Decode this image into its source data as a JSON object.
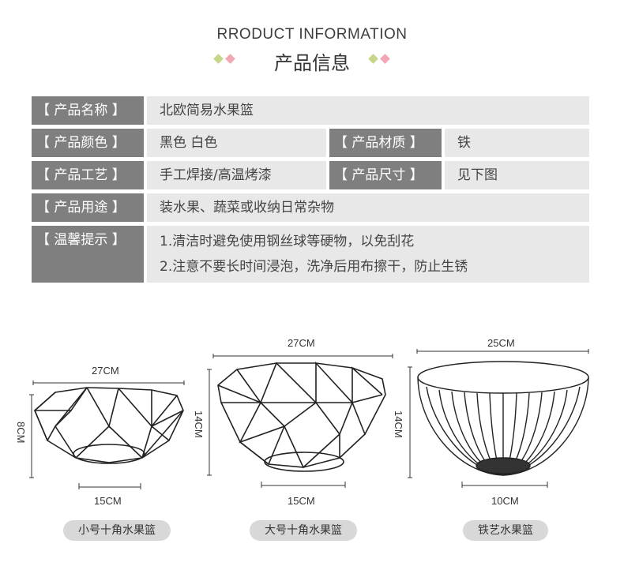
{
  "header": {
    "en_title": "RRODUCT INFORMATION",
    "cn_title": "产品信息"
  },
  "colors": {
    "diamond_green": "#c6d68a",
    "diamond_pink": "#f3a7b4",
    "label_bg": "#7f7f7f",
    "value_bg": "#e8e8e8"
  },
  "spec": {
    "name_label": "【 产品名称 】",
    "name_value": "北欧简易水果篮",
    "color_label": "【 产品颜色 】",
    "color_value": "黑色 白色",
    "material_label": "【 产品材质 】",
    "material_value": "铁",
    "craft_label": "【 产品工艺 】",
    "craft_value": "手工焊接/高温烤漆",
    "size_label": "【 产品尺寸 】",
    "size_value": "见下图",
    "use_label": "【 产品用途 】",
    "use_value": "装水果、蔬菜或收纳日常杂物",
    "tips_label": "【 温馨提示 】",
    "tips_1": "1.清洁时避免使用钢丝球等硬物，以免刮花",
    "tips_2": "2.注意不要长时间浸泡，洗净后用布擦干，防止生锈"
  },
  "products": [
    {
      "caption": "小号十角水果篮",
      "top_width": "27CM",
      "height": "8CM",
      "bottom_width": "15CM"
    },
    {
      "caption": "大号十角水果篮",
      "top_width": "27CM",
      "height": "14CM",
      "bottom_width": "15CM"
    },
    {
      "caption": "铁艺水果篮",
      "top_width": "25CM",
      "height": "14CM",
      "bottom_width": "10CM"
    }
  ]
}
